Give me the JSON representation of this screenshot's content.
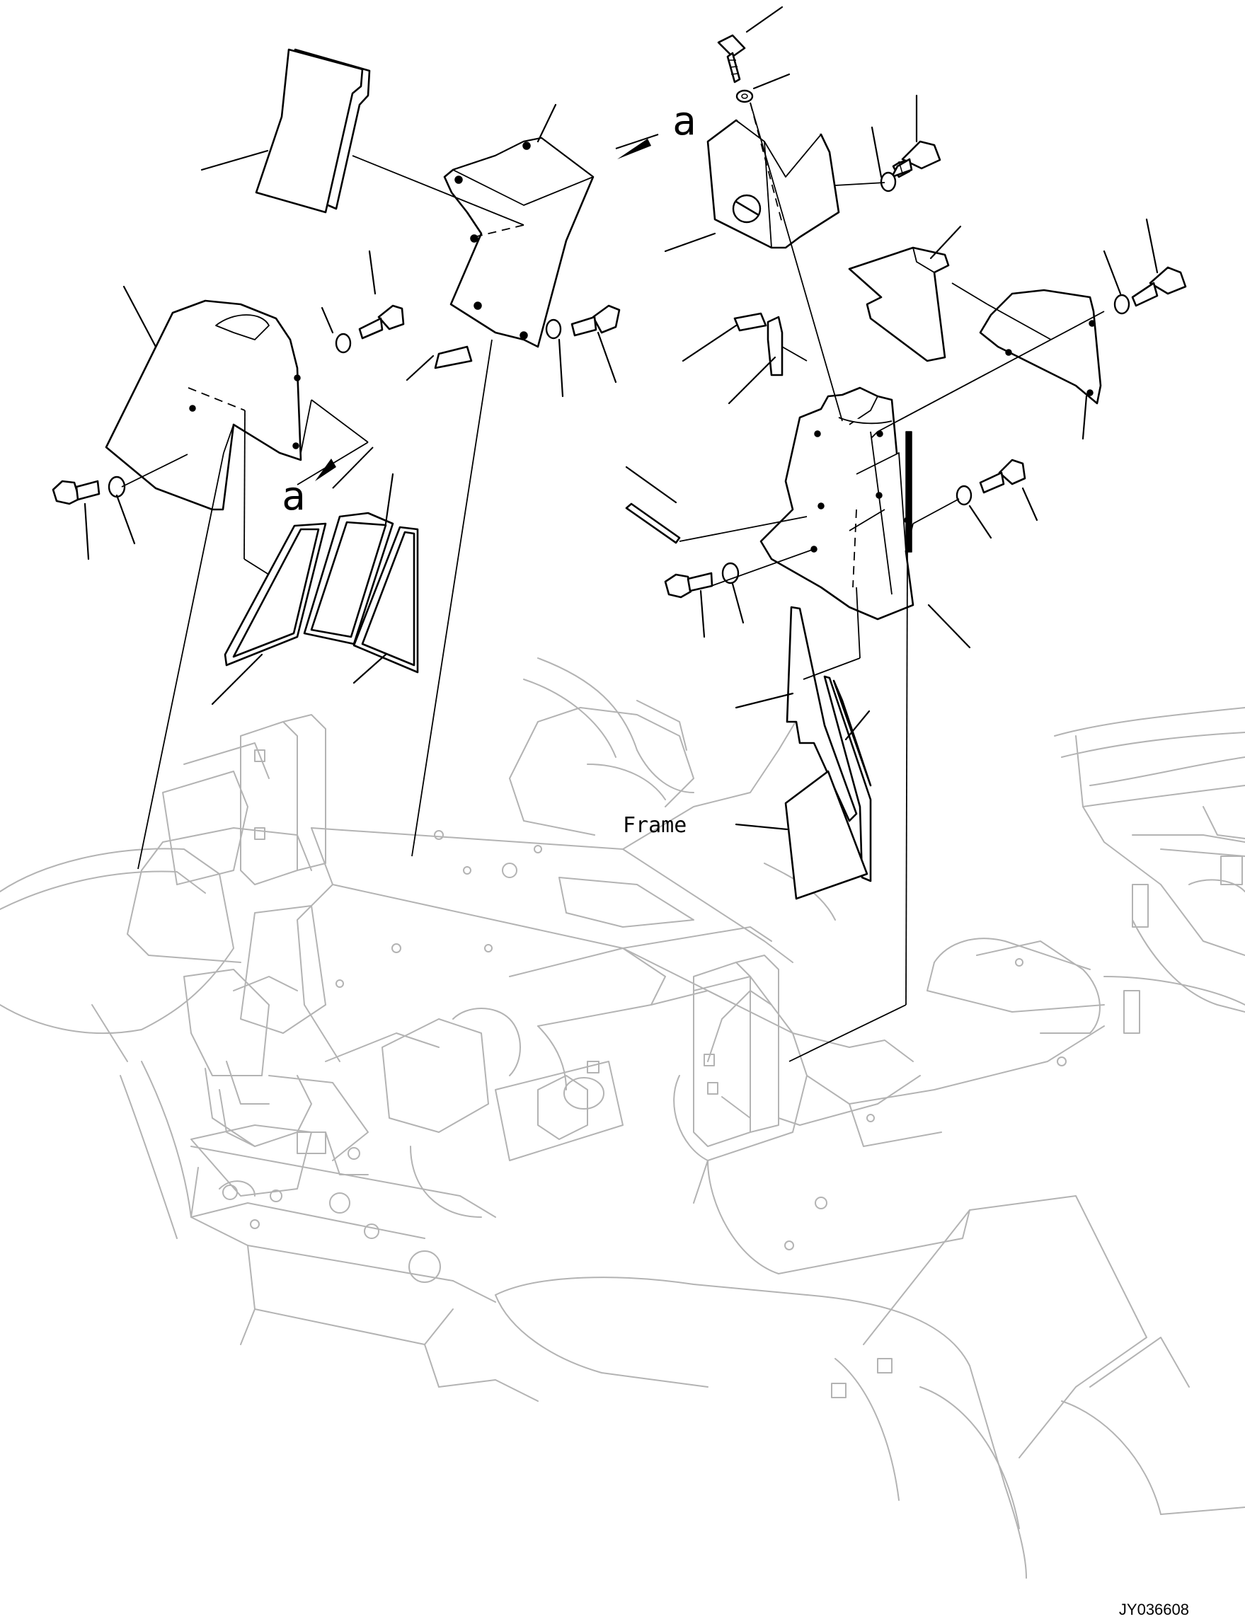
{
  "labels": {
    "frame": "Frame",
    "section_marker_top": "a",
    "section_marker_bottom": "a",
    "drawing_code": "JY036608"
  },
  "colors": {
    "parts": "#000000",
    "frame": "#b3b3b3",
    "background": "#ffffff"
  }
}
